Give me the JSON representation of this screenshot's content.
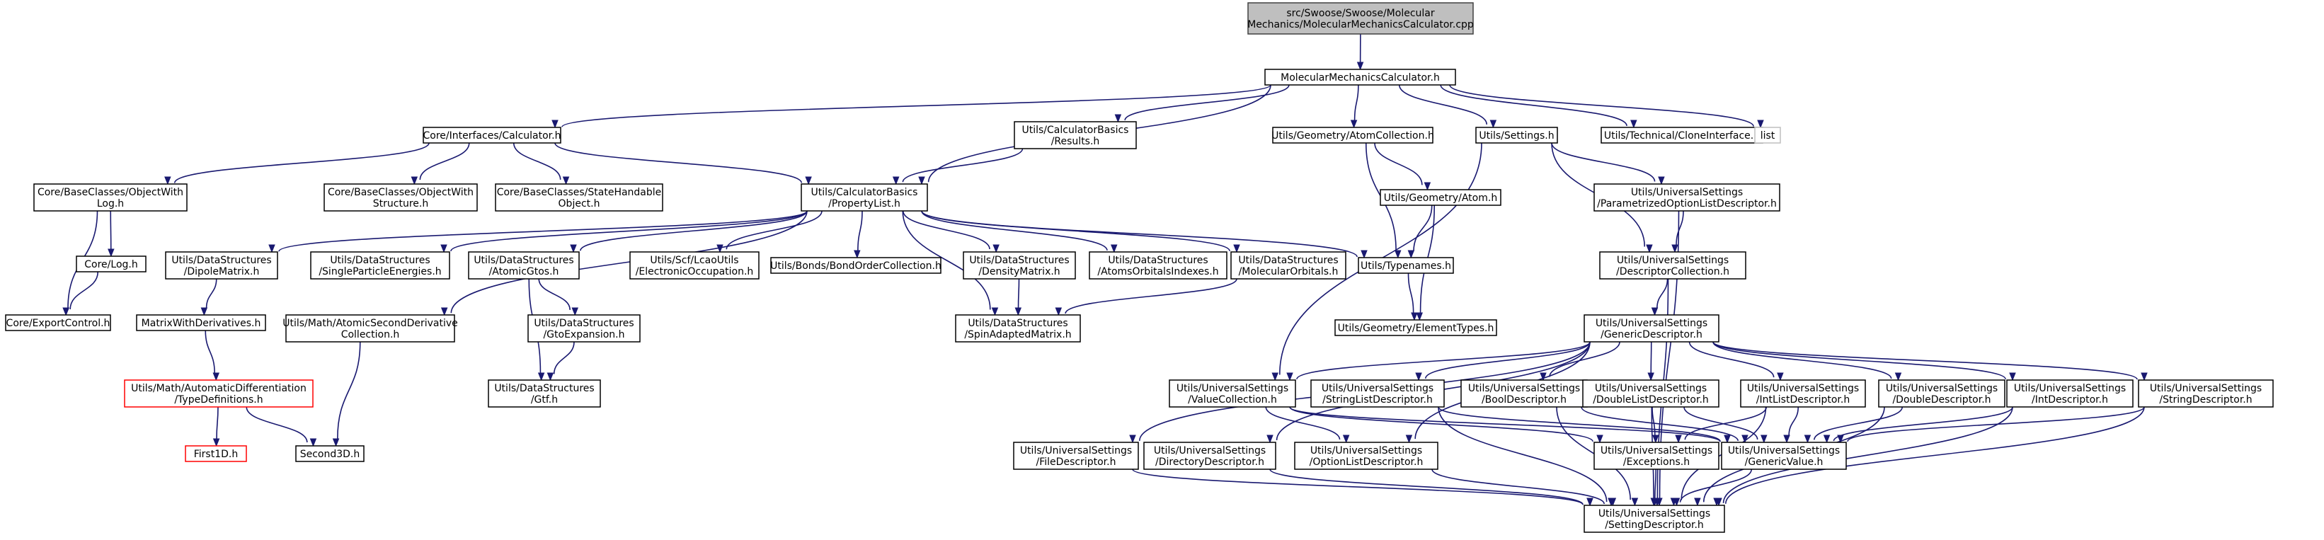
{
  "nodes": {
    "root": {
      "lines": [
        "src/Swoose/Swoose/Molecular",
        "Mechanics/MolecularMechanicsCalculator.cpp"
      ]
    },
    "mmcalc": {
      "lines": [
        "MolecularMechanicsCalculator.h"
      ]
    },
    "calculator": {
      "lines": [
        "Core/Interfaces/Calculator.h"
      ]
    },
    "results": {
      "lines": [
        "Utils/CalculatorBasics",
        "/Results.h"
      ]
    },
    "atomcollection": {
      "lines": [
        "Utils/Geometry/AtomCollection.h"
      ]
    },
    "settings": {
      "lines": [
        "Utils/Settings.h"
      ]
    },
    "cloneinterface": {
      "lines": [
        "Utils/Technical/CloneInterface.h"
      ]
    },
    "list": {
      "lines": [
        "list"
      ]
    },
    "objwithlog": {
      "lines": [
        "Core/BaseClasses/ObjectWith",
        "Log.h"
      ]
    },
    "objwithstructure": {
      "lines": [
        "Core/BaseClasses/ObjectWith",
        "Structure.h"
      ]
    },
    "statehandable": {
      "lines": [
        "Core/BaseClasses/StateHandable",
        "Object.h"
      ]
    },
    "propertylist": {
      "lines": [
        "Utils/CalculatorBasics",
        "/PropertyList.h"
      ]
    },
    "atom": {
      "lines": [
        "Utils/Geometry/Atom.h"
      ]
    },
    "paramoptlist": {
      "lines": [
        "Utils/UniversalSettings",
        "/ParametrizedOptionListDescriptor.h"
      ]
    },
    "log": {
      "lines": [
        "Core/Log.h"
      ]
    },
    "dipolematrix": {
      "lines": [
        "Utils/DataStructures",
        "/DipoleMatrix.h"
      ]
    },
    "singleparticle": {
      "lines": [
        "Utils/DataStructures",
        "/SingleParticleEnergies.h"
      ]
    },
    "atomicgtos": {
      "lines": [
        "Utils/DataStructures",
        "/AtomicGtos.h"
      ]
    },
    "electronicocc": {
      "lines": [
        "Utils/Scf/LcaoUtils",
        "/ElectronicOccupation.h"
      ]
    },
    "bondorder": {
      "lines": [
        "Utils/Bonds/BondOrderCollection.h"
      ]
    },
    "densitymatrix": {
      "lines": [
        "Utils/DataStructures",
        "/DensityMatrix.h"
      ]
    },
    "atomsorbitals": {
      "lines": [
        "Utils/DataStructures",
        "/AtomsOrbitalsIndexes.h"
      ]
    },
    "molorbitals": {
      "lines": [
        "Utils/DataStructures",
        "/MolecularOrbitals.h"
      ]
    },
    "typenames": {
      "lines": [
        "Utils/Typenames.h"
      ]
    },
    "desccollection": {
      "lines": [
        "Utils/UniversalSettings",
        "/DescriptorCollection.h"
      ]
    },
    "exportcontrol": {
      "lines": [
        "Core/ExportControl.h"
      ]
    },
    "matrixwithderiv": {
      "lines": [
        "MatrixWithDerivatives.h"
      ]
    },
    "atomicsecond": {
      "lines": [
        "Utils/Math/AtomicSecondDerivative",
        "Collection.h"
      ]
    },
    "gtoexpansion": {
      "lines": [
        "Utils/DataStructures",
        "/GtoExpansion.h"
      ]
    },
    "spinadapted": {
      "lines": [
        "Utils/DataStructures",
        "/SpinAdaptedMatrix.h"
      ]
    },
    "elementtypes": {
      "lines": [
        "Utils/Geometry/ElementTypes.h"
      ]
    },
    "genericdesc": {
      "lines": [
        "Utils/UniversalSettings",
        "/GenericDescriptor.h"
      ]
    },
    "typedefs": {
      "lines": [
        "Utils/Math/AutomaticDifferentiation",
        "/TypeDefinitions.h"
      ]
    },
    "gtf": {
      "lines": [
        "Utils/DataStructures",
        "/Gtf.h"
      ]
    },
    "valuecoll": {
      "lines": [
        "Utils/UniversalSettings",
        "/ValueCollection.h"
      ]
    },
    "strlistdesc": {
      "lines": [
        "Utils/UniversalSettings",
        "/StringListDescriptor.h"
      ]
    },
    "booldesc": {
      "lines": [
        "Utils/UniversalSettings",
        "/BoolDescriptor.h"
      ]
    },
    "dbllistdesc": {
      "lines": [
        "Utils/UniversalSettings",
        "/DoubleListDescriptor.h"
      ]
    },
    "intlistdesc": {
      "lines": [
        "Utils/UniversalSettings",
        "/IntListDescriptor.h"
      ]
    },
    "dbldesc": {
      "lines": [
        "Utils/UniversalSettings",
        "/DoubleDescriptor.h"
      ]
    },
    "intdesc": {
      "lines": [
        "Utils/UniversalSettings",
        "/IntDescriptor.h"
      ]
    },
    "strdesc": {
      "lines": [
        "Utils/UniversalSettings",
        "/StringDescriptor.h"
      ]
    },
    "first1d": {
      "lines": [
        "First1D.h"
      ]
    },
    "second3d": {
      "lines": [
        "Second3D.h"
      ]
    },
    "filedesc": {
      "lines": [
        "Utils/UniversalSettings",
        "/FileDescriptor.h"
      ]
    },
    "dirdesc": {
      "lines": [
        "Utils/UniversalSettings",
        "/DirectoryDescriptor.h"
      ]
    },
    "optlistdesc": {
      "lines": [
        "Utils/UniversalSettings",
        "/OptionListDescriptor.h"
      ]
    },
    "exceptions": {
      "lines": [
        "Utils/UniversalSettings",
        "/Exceptions.h"
      ]
    },
    "genericvalue": {
      "lines": [
        "Utils/UniversalSettings",
        "/GenericValue.h"
      ]
    },
    "settingdesc": {
      "lines": [
        "Utils/UniversalSettings",
        "/SettingDescriptor.h"
      ]
    }
  },
  "edges": [
    [
      "root",
      "mmcalc"
    ],
    [
      "mmcalc",
      "calculator"
    ],
    [
      "mmcalc",
      "results"
    ],
    [
      "mmcalc",
      "atomcollection"
    ],
    [
      "mmcalc",
      "settings"
    ],
    [
      "mmcalc",
      "cloneinterface"
    ],
    [
      "mmcalc",
      "list"
    ],
    [
      "mmcalc",
      "propertylist"
    ],
    [
      "calculator",
      "objwithlog"
    ],
    [
      "calculator",
      "objwithstructure"
    ],
    [
      "calculator",
      "statehandable"
    ],
    [
      "calculator",
      "propertylist"
    ],
    [
      "results",
      "propertylist"
    ],
    [
      "atomcollection",
      "atom"
    ],
    [
      "atomcollection",
      "typenames"
    ],
    [
      "settings",
      "paramoptlist"
    ],
    [
      "settings",
      "desccollection"
    ],
    [
      "settings",
      "valuecoll"
    ],
    [
      "objwithlog",
      "log"
    ],
    [
      "objwithlog",
      "exportcontrol"
    ],
    [
      "log",
      "exportcontrol"
    ],
    [
      "propertylist",
      "dipolematrix"
    ],
    [
      "propertylist",
      "singleparticle"
    ],
    [
      "propertylist",
      "atomicgtos"
    ],
    [
      "propertylist",
      "electronicocc"
    ],
    [
      "propertylist",
      "bondorder"
    ],
    [
      "propertylist",
      "densitymatrix"
    ],
    [
      "propertylist",
      "atomsorbitals"
    ],
    [
      "propertylist",
      "molorbitals"
    ],
    [
      "propertylist",
      "typenames"
    ],
    [
      "propertylist",
      "atomicsecond"
    ],
    [
      "propertylist",
      "spinadapted"
    ],
    [
      "atom",
      "typenames"
    ],
    [
      "atom",
      "elementtypes"
    ],
    [
      "paramoptlist",
      "desccollection"
    ],
    [
      "paramoptlist",
      "settingdesc"
    ],
    [
      "dipolematrix",
      "matrixwithderiv"
    ],
    [
      "atomicgtos",
      "gtoexpansion"
    ],
    [
      "atomicgtos",
      "gtf"
    ],
    [
      "gtoexpansion",
      "gtf"
    ],
    [
      "densitymatrix",
      "spinadapted"
    ],
    [
      "molorbitals",
      "spinadapted"
    ],
    [
      "typenames",
      "elementtypes"
    ],
    [
      "desccollection",
      "genericdesc"
    ],
    [
      "desccollection",
      "settingdesc"
    ],
    [
      "matrixwithderiv",
      "typedefs"
    ],
    [
      "atomicsecond",
      "second3d"
    ],
    [
      "typedefs",
      "first1d"
    ],
    [
      "typedefs",
      "second3d"
    ],
    [
      "genericdesc",
      "valuecoll"
    ],
    [
      "genericdesc",
      "strlistdesc"
    ],
    [
      "genericdesc",
      "booldesc"
    ],
    [
      "genericdesc",
      "dbllistdesc"
    ],
    [
      "genericdesc",
      "intlistdesc"
    ],
    [
      "genericdesc",
      "dbldesc"
    ],
    [
      "genericdesc",
      "intdesc"
    ],
    [
      "genericdesc",
      "strdesc"
    ],
    [
      "genericdesc",
      "filedesc"
    ],
    [
      "genericdesc",
      "dirdesc"
    ],
    [
      "genericdesc",
      "optlistdesc"
    ],
    [
      "valuecoll",
      "optlistdesc"
    ],
    [
      "valuecoll",
      "exceptions"
    ],
    [
      "valuecoll",
      "genericvalue"
    ],
    [
      "strlistdesc",
      "settingdesc"
    ],
    [
      "strlistdesc",
      "genericvalue"
    ],
    [
      "booldesc",
      "settingdesc"
    ],
    [
      "booldesc",
      "genericvalue"
    ],
    [
      "dbllistdesc",
      "exceptions"
    ],
    [
      "dbllistdesc",
      "settingdesc"
    ],
    [
      "dbllistdesc",
      "genericvalue"
    ],
    [
      "intlistdesc",
      "exceptions"
    ],
    [
      "intlistdesc",
      "settingdesc"
    ],
    [
      "intlistdesc",
      "genericvalue"
    ],
    [
      "dbldesc",
      "settingdesc"
    ],
    [
      "dbldesc",
      "genericvalue"
    ],
    [
      "intdesc",
      "settingdesc"
    ],
    [
      "intdesc",
      "genericvalue"
    ],
    [
      "strdesc",
      "settingdesc"
    ],
    [
      "strdesc",
      "genericvalue"
    ],
    [
      "filedesc",
      "settingdesc"
    ],
    [
      "dirdesc",
      "settingdesc"
    ],
    [
      "optlistdesc",
      "settingdesc"
    ],
    [
      "exceptions",
      "settingdesc"
    ],
    [
      "genericvalue",
      "settingdesc"
    ]
  ]
}
